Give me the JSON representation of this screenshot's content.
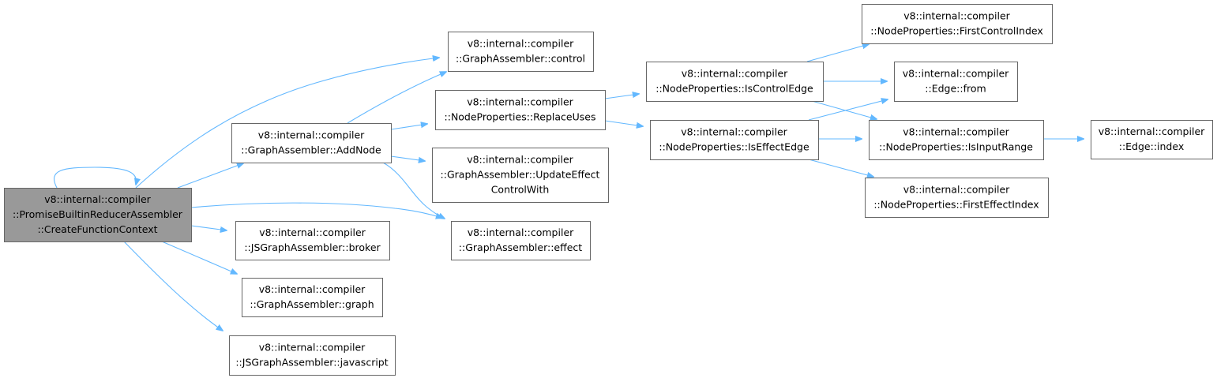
{
  "diagram": {
    "type": "call-graph",
    "edge_color": "#63b8ff",
    "root_fill": "#999999",
    "node_border": "#666666",
    "nodes": [
      {
        "id": "root",
        "lines": [
          "v8::internal::compiler",
          "::PromiseBuiltinReducerAssembler",
          "::CreateFunctionContext"
        ]
      },
      {
        "id": "addnode",
        "lines": [
          "v8::internal::compiler",
          "::GraphAssembler::AddNode"
        ]
      },
      {
        "id": "control",
        "lines": [
          "v8::internal::compiler",
          "::GraphAssembler::control"
        ]
      },
      {
        "id": "replaceuses",
        "lines": [
          "v8::internal::compiler",
          "::NodeProperties::ReplaceUses"
        ]
      },
      {
        "id": "updateeffect",
        "lines": [
          "v8::internal::compiler",
          "::GraphAssembler::UpdateEffect",
          "ControlWith"
        ]
      },
      {
        "id": "effect",
        "lines": [
          "v8::internal::compiler",
          "::GraphAssembler::effect"
        ]
      },
      {
        "id": "broker",
        "lines": [
          "v8::internal::compiler",
          "::JSGraphAssembler::broker"
        ]
      },
      {
        "id": "graph",
        "lines": [
          "v8::internal::compiler",
          "::GraphAssembler::graph"
        ]
      },
      {
        "id": "javascript",
        "lines": [
          "v8::internal::compiler",
          "::JSGraphAssembler::javascript"
        ]
      },
      {
        "id": "iscontroledge",
        "lines": [
          "v8::internal::compiler",
          "::NodeProperties::IsControlEdge"
        ]
      },
      {
        "id": "iseffectedge",
        "lines": [
          "v8::internal::compiler",
          "::NodeProperties::IsEffectEdge"
        ]
      },
      {
        "id": "firstcontrolindex",
        "lines": [
          "v8::internal::compiler",
          "::NodeProperties::FirstControlIndex"
        ]
      },
      {
        "id": "edgefrom",
        "lines": [
          "v8::internal::compiler",
          "::Edge::from"
        ]
      },
      {
        "id": "isinputrange",
        "lines": [
          "v8::internal::compiler",
          "::NodeProperties::IsInputRange"
        ]
      },
      {
        "id": "firsteffectindex",
        "lines": [
          "v8::internal::compiler",
          "::NodeProperties::FirstEffectIndex"
        ]
      },
      {
        "id": "edgeindex",
        "lines": [
          "v8::internal::compiler",
          "::Edge::index"
        ]
      }
    ],
    "edges": [
      {
        "from": "root",
        "to": "root"
      },
      {
        "from": "root",
        "to": "control"
      },
      {
        "from": "root",
        "to": "addnode"
      },
      {
        "from": "root",
        "to": "effect"
      },
      {
        "from": "root",
        "to": "broker"
      },
      {
        "from": "root",
        "to": "graph"
      },
      {
        "from": "root",
        "to": "javascript"
      },
      {
        "from": "addnode",
        "to": "control"
      },
      {
        "from": "addnode",
        "to": "replaceuses"
      },
      {
        "from": "addnode",
        "to": "updateeffect"
      },
      {
        "from": "addnode",
        "to": "effect"
      },
      {
        "from": "replaceuses",
        "to": "iscontroledge"
      },
      {
        "from": "replaceuses",
        "to": "iseffectedge"
      },
      {
        "from": "iscontroledge",
        "to": "firstcontrolindex"
      },
      {
        "from": "iscontroledge",
        "to": "edgefrom"
      },
      {
        "from": "iscontroledge",
        "to": "isinputrange"
      },
      {
        "from": "iseffectedge",
        "to": "edgefrom"
      },
      {
        "from": "iseffectedge",
        "to": "isinputrange"
      },
      {
        "from": "iseffectedge",
        "to": "firsteffectindex"
      },
      {
        "from": "isinputrange",
        "to": "edgeindex"
      }
    ]
  }
}
